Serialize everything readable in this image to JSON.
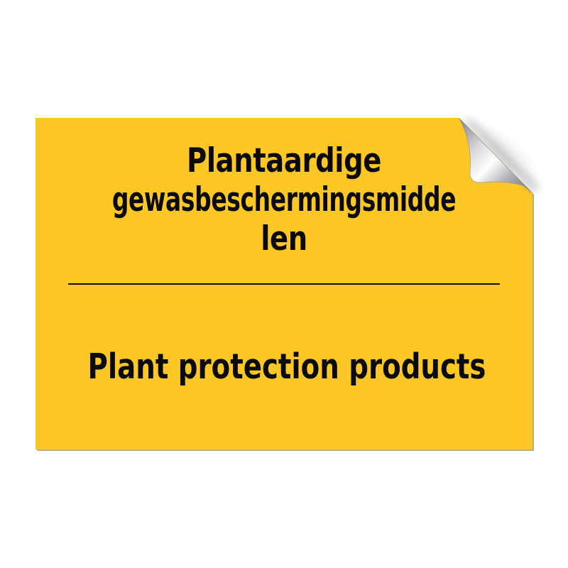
{
  "sign": {
    "background_color": "#FDC826",
    "text_color": "#0A0A0A",
    "title_lines": [
      "Plantaardige",
      "gewasbeschermingsmidde",
      "len"
    ],
    "subtitle": "Plant protection products",
    "corner_effect": "peeling-sticker-curl"
  }
}
